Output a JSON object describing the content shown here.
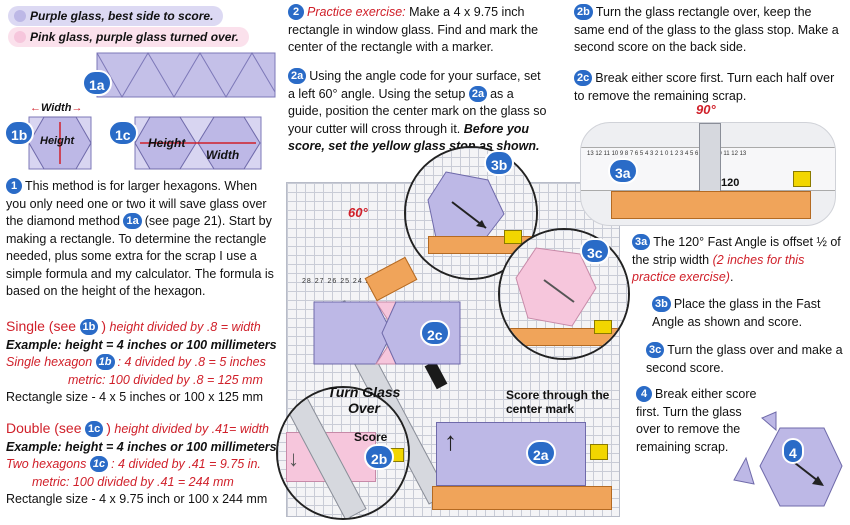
{
  "legend": {
    "purple": "Purple glass, best side to score.",
    "pink": "Pink glass, purple glass turned over."
  },
  "colors": {
    "purple": "#bdb8e6",
    "pink": "#f6c6dc",
    "badge": "#2a6bc7",
    "red": "#d0202a",
    "ruler": "#f0a45a"
  },
  "figs": {
    "f1a": "1a",
    "f1b": "1b",
    "f1c": "1c",
    "width": "Width",
    "height": "Height"
  },
  "step1": {
    "badge": "1",
    "text_a": "This method is for larger hexagons.  When you only need one or two it will save glass over the diamond method",
    "ref": "1a",
    "text_b": "(see page 21).  Start by making a rectangle.  To determine the rectangle needed, plus some extra for the scrap I use a simple formula and my calculator.  The formula is based on the height of the hexagon."
  },
  "single": {
    "label_a": "Single (see",
    "ref": "1b",
    "label_b": ")",
    "formula": "height  divided by .8 = width",
    "example": "Example: height = 4 inches or 100 millimeters",
    "calc_a": "Single hexagon",
    "calc_ref": "1b",
    "calc_b": ":  4 divided by .8 = 5 inches",
    "metric": "metric: 100 divided by .8 = 125 mm",
    "size": "Rectangle size - 4 x 5 inches or 100 x 125 mm"
  },
  "double": {
    "label_a": "Double (see",
    "ref": "1c",
    "label_b": ")",
    "formula": "height divided by .41= width",
    "example": "Example: height = 4 inches or 100 millimeters",
    "calc_a": "Two hexagons",
    "calc_ref": "1c",
    "calc_b": ":  4 divided by .41 = 9.75 in.",
    "metric": "metric: 100 divided by .41 = 244 mm",
    "size": "Rectangle size - 4 x 9.75 inch or 100 x 244 mm"
  },
  "step2": {
    "badge": "2",
    "lead": "Practice exercise:",
    "text": "Make a 4 x 9.75 inch rectangle in window glass.  Find and mark the center of the rectangle with a marker."
  },
  "step2a": {
    "badge": "2a",
    "text_a": "Using the angle code for your surface, set a left 60° angle.  Using the setup",
    "ref": "2a",
    "text_b": "as a guide, position the center mark on the glass so your cutter will cross through it.",
    "emph": "Before you score, set the yellow glass stop as shown."
  },
  "step2b": {
    "badge": "2b",
    "text": "Turn the glass rectangle over, keep the same end of the glass to the glass stop.  Make a second score on the back side."
  },
  "step2c": {
    "badge": "2c",
    "text": "Break either score first.  Turn each half over to remove the remaining scrap."
  },
  "step3a": {
    "badge": "3a",
    "text": "The 120° Fast Angle is offset ½ of the strip width",
    "note": "(2 inches for this practice exercise)",
    "end": "."
  },
  "step3b": {
    "badge": "3b",
    "text": "Place the glass in the Fast Angle as shown and score."
  },
  "step3c": {
    "badge": "3c",
    "text": "Turn the glass over and make a second score."
  },
  "step4": {
    "badge": "4",
    "text": "Break either score first. Turn the glass over to remove the remaining scrap."
  },
  "diagram": {
    "angle60": "60°",
    "angle90": "90°",
    "deg120": "120",
    "turn_over": "Turn Glass Over",
    "score": "Score",
    "score_through": "Score through the center mark",
    "c2a": "2a",
    "c2b": "2b",
    "c2c": "2c",
    "c3a": "3a",
    "c3b": "3b",
    "c3c": "3c",
    "c4": "4",
    "ruler_nums": "28  27  26  25  24  23  22  21",
    "top_nums": "13 12 11 10  9  8  7  6  5  4  3  2  1  0  1  2  3  4  5  6  7  8  9 10 11 12 13"
  }
}
